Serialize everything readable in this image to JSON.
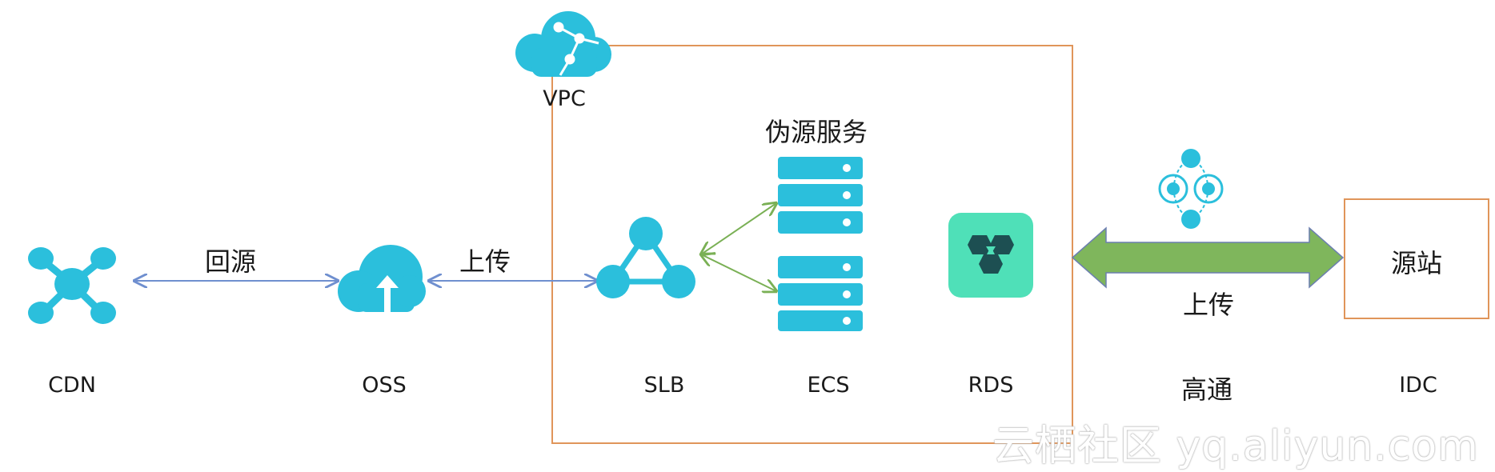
{
  "nodes": {
    "cdn": {
      "label": "CDN"
    },
    "oss": {
      "label": "OSS"
    },
    "slb": {
      "label": "SLB"
    },
    "ecs": {
      "label": "ECS"
    },
    "rds": {
      "label": "RDS"
    },
    "vpc": {
      "label": "VPC"
    },
    "gaotong": {
      "label": "高通"
    },
    "idc": {
      "label": "IDC"
    }
  },
  "group_labels": {
    "fake_source_service": "伪源服务",
    "origin_site": "源站"
  },
  "edges": {
    "cdn_oss": "回源",
    "oss_slb": "上传",
    "rds_idc": "上传"
  },
  "watermark": "云栖社区 yq.aliyun.com",
  "colors": {
    "icon_blue": "#2bbfdc",
    "arrow_blue": "#6f8fcf",
    "arrow_green": "#7ab055",
    "big_arrow": "#7fb65c",
    "frame_orange": "#e0955a",
    "rds_bg": "#4fe0b8",
    "rds_logo": "#1d4f52"
  },
  "icons": {
    "cdn": "cdn-network-icon",
    "oss": "oss-cloud-upload-icon",
    "slb": "slb-balancer-icon",
    "ecs": "ecs-server-icon",
    "rds": "rds-database-icon",
    "vpc": "vpc-cloud-icon",
    "gaotong": "gaotong-connect-icon"
  }
}
